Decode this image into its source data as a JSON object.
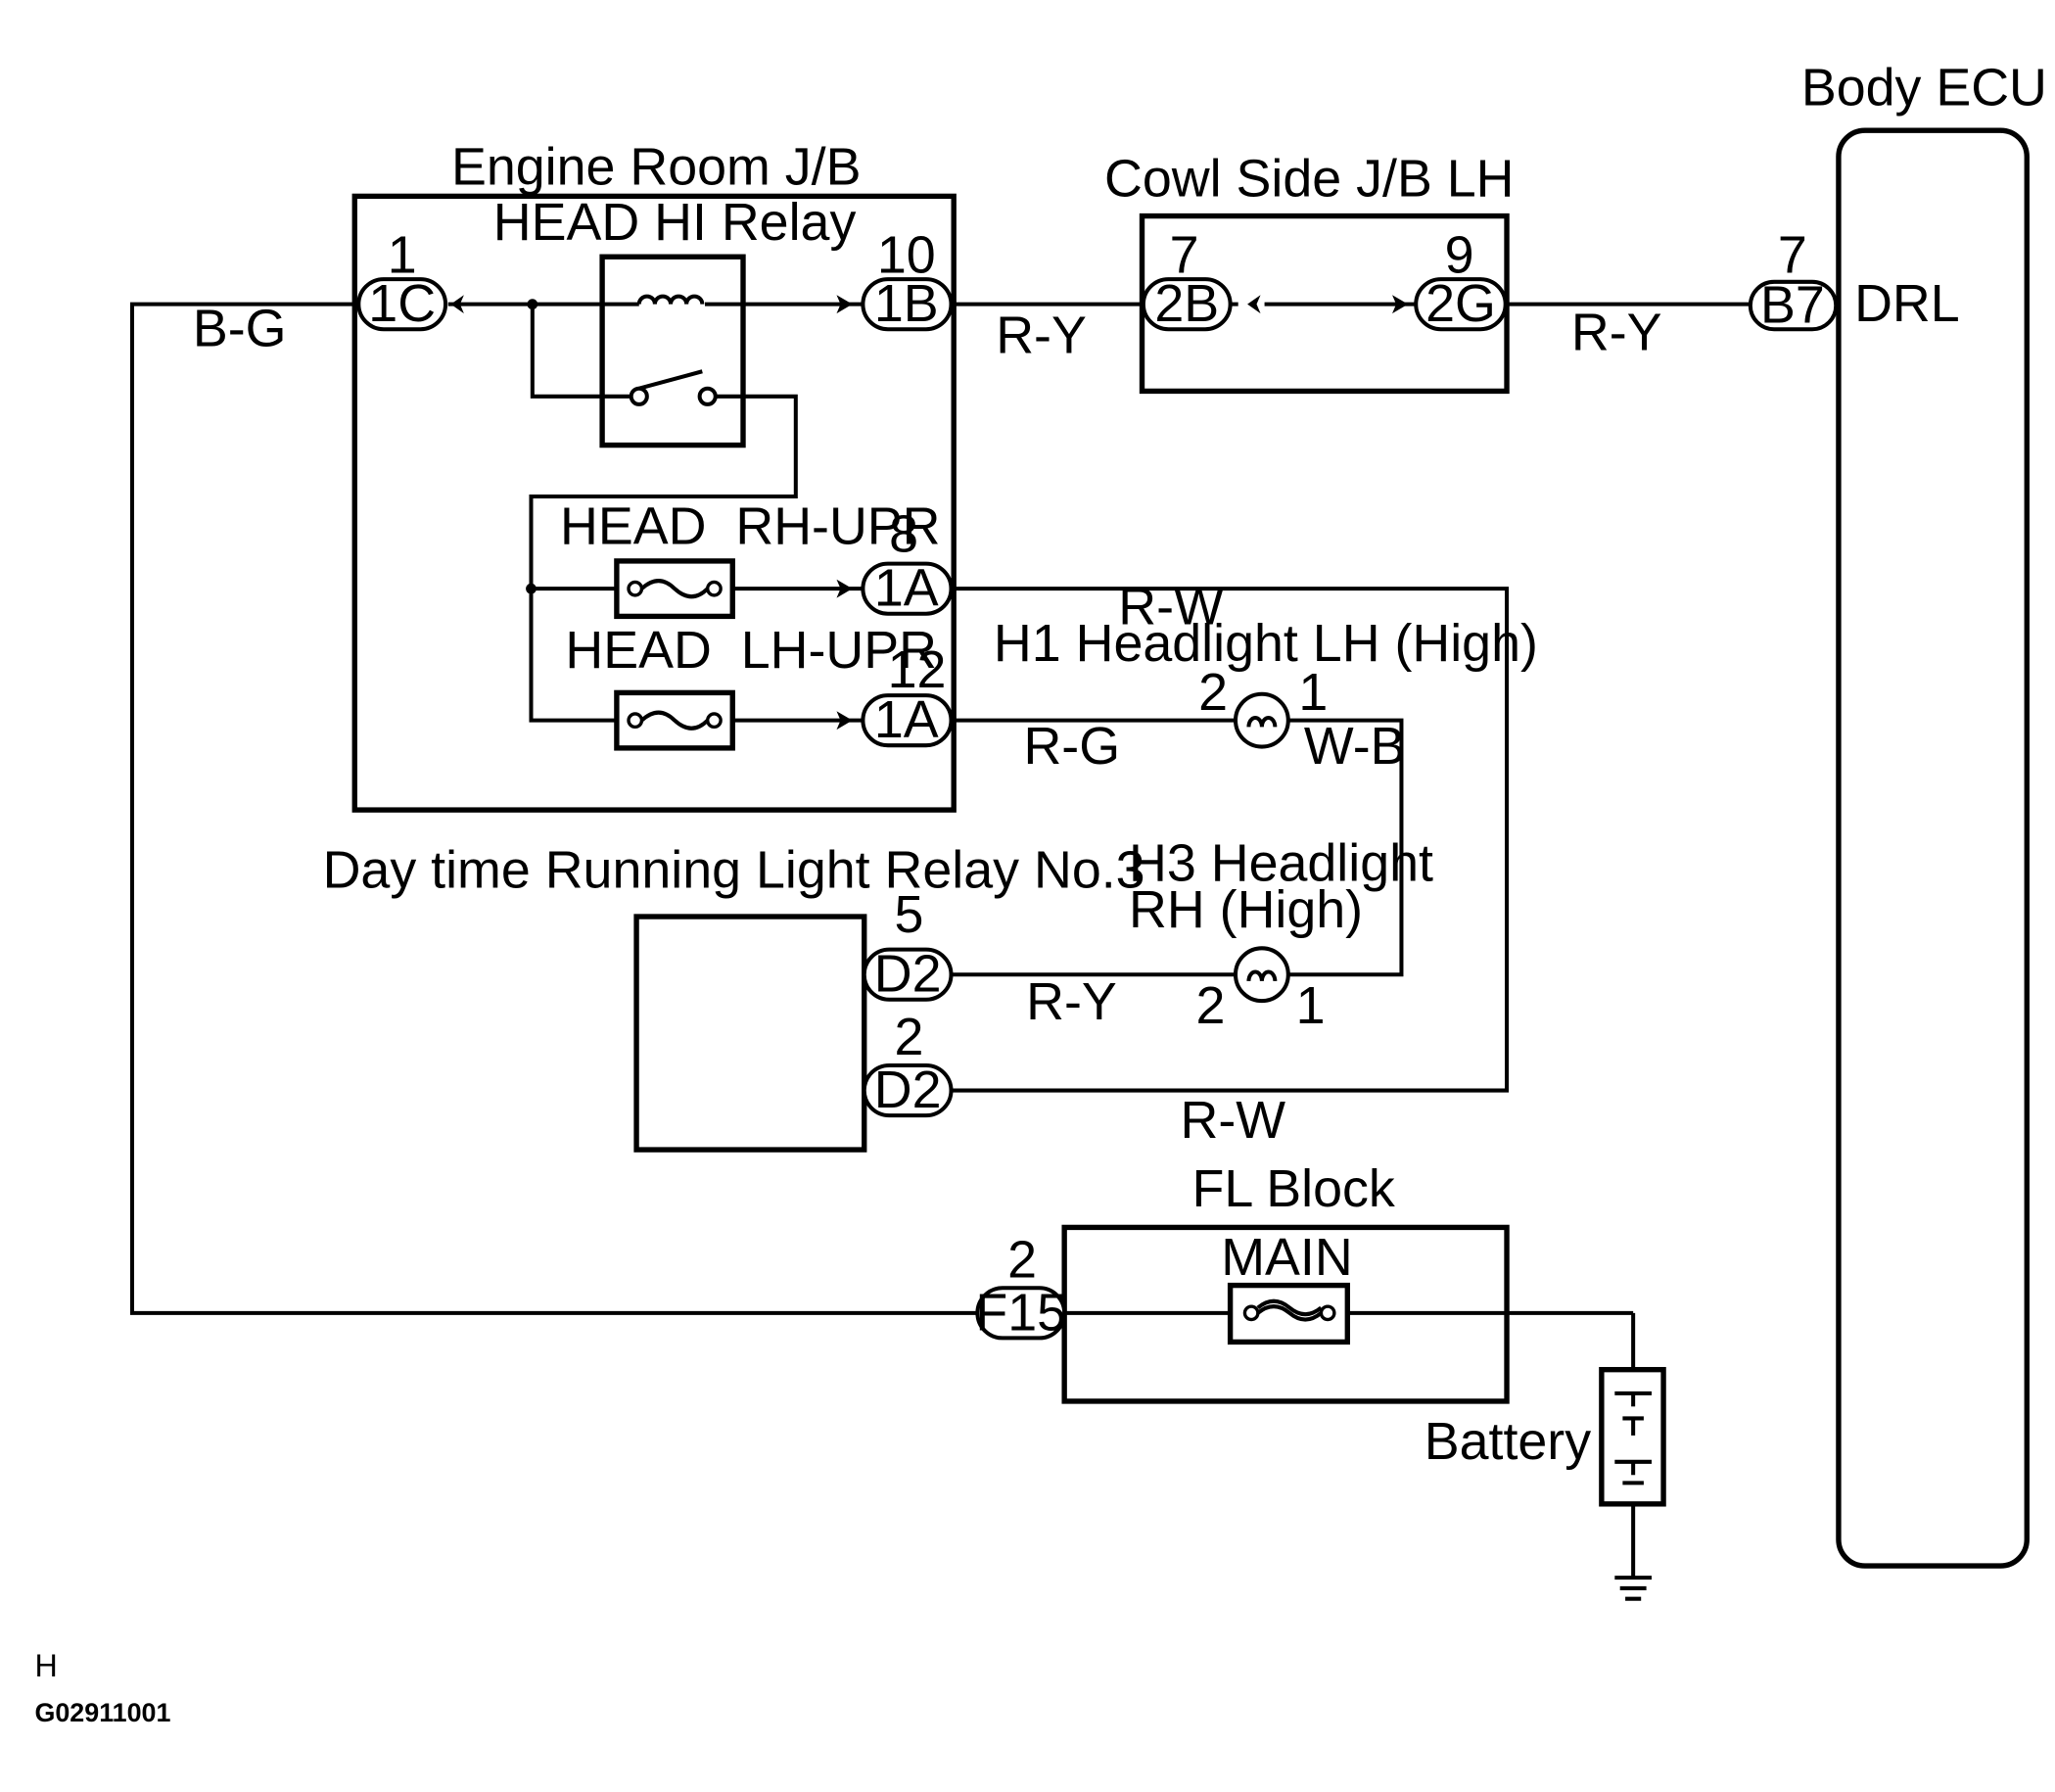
{
  "labels": {
    "body_ecu": "Body ECU",
    "drl": "DRL",
    "engine_room_jb": "Engine Room J/B",
    "head_hi_relay": "HEAD HI Relay",
    "cowl_side_jb": "Cowl Side J/B LH",
    "head_rh_upr": "HEAD  RH-UPR",
    "head_lh_upr": "HEAD  LH-UPR",
    "h1_headlight": "H1 Headlight LH (High)",
    "drl_relay": "Day time Running Light Relay No.3",
    "h3_headlight_1": "H3 Headlight",
    "h3_headlight_2": "RH (High)",
    "fl_block": "FL Block",
    "main_fuse": "MAIN",
    "battery": "Battery",
    "footer_h": "H",
    "footer_code": "G02911001"
  },
  "connectors": {
    "c1c": "1C",
    "c1b": "1B",
    "c2b": "2B",
    "c2g": "2G",
    "cb7": "B7",
    "c1a_8": "1A",
    "c1a_12": "1A",
    "cd2_5": "D2",
    "cd2_2": "D2",
    "cf15": "F15"
  },
  "pins": {
    "p1": "1",
    "p10": "10",
    "p7a": "7",
    "p9": "9",
    "p7b": "7",
    "p8": "8",
    "p12": "12",
    "p5": "5",
    "p2d": "2",
    "p2f": "2",
    "h1_p2": "2",
    "h1_p1": "1",
    "h3_p2": "2",
    "h3_p1": "1"
  },
  "wires": {
    "bg": "B-G",
    "ry1": "R-Y",
    "ry2": "R-Y",
    "rw1": "R-W",
    "rg": "R-G",
    "wb": "W-B",
    "ry3": "R-Y",
    "rw2": "R-W"
  }
}
